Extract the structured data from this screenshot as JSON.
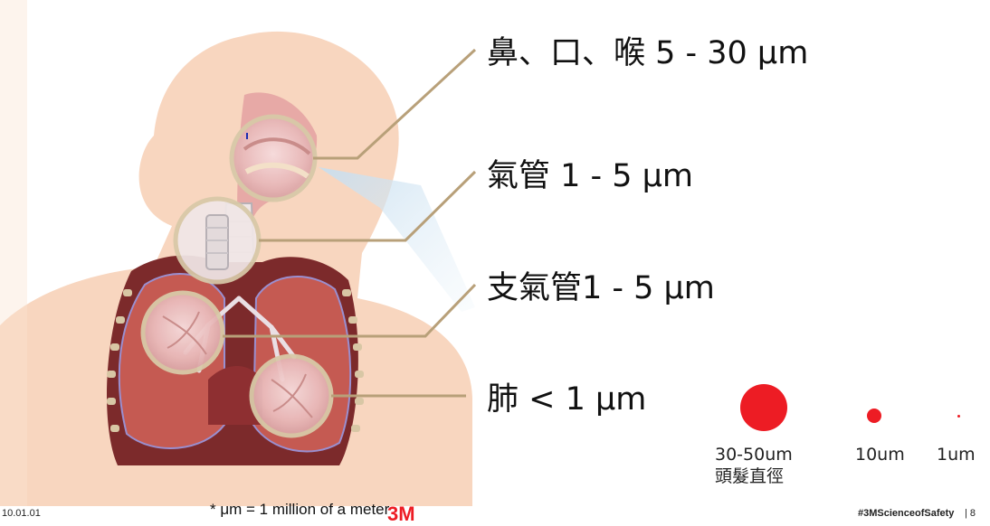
{
  "labels": {
    "nose_mouth_throat": "鼻、口、喉 5 - 30 μm",
    "trachea": "氣管 1 - 5 μm",
    "bronchi": "支氣管1 - 5 μm",
    "lungs": "肺 < 1 μm"
  },
  "legend": {
    "color": "#ed1c24",
    "items": [
      {
        "label": "30-50um",
        "sublabel": "頭髮直徑"
      },
      {
        "label": "10um"
      },
      {
        "label": "1um"
      }
    ]
  },
  "footer": {
    "footnote": "* μm = 1 million of a meter",
    "brand": "3M",
    "hashtag": "#3MScienceofSafety",
    "page": "| 8",
    "left_note": "10.01.01"
  },
  "colors": {
    "body_skin": "#f8d6bf",
    "lung_red": "#c55a52",
    "callout_line": "#b8a079",
    "airflow_blue": "#cfe3ef"
  }
}
